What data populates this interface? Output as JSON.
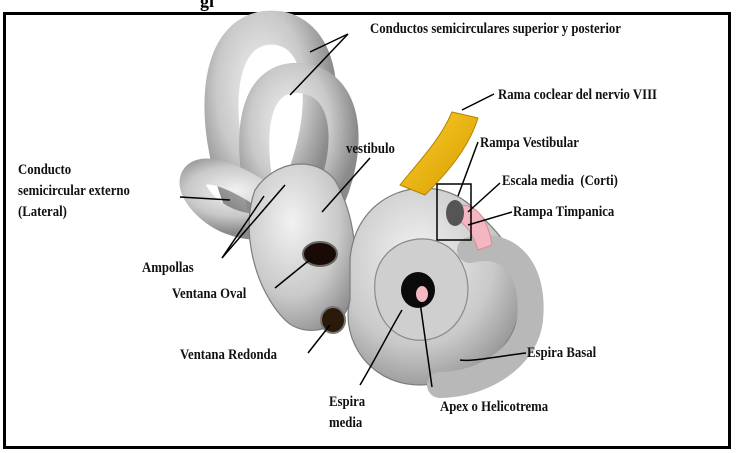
{
  "header_fragment": "gi",
  "labels": {
    "semicircular_sup_post": "Conductos semicirculares superior y posterior",
    "rama_coclear": "Rama coclear del nervio VIII",
    "vestibulo": "vestibulo",
    "rampa_vestibular": "Rampa Vestibular",
    "escala_media": "Escala media  (Corti)",
    "rampa_timpanica": "Rampa Timpanica",
    "conducto_externo": "Conducto\nsemicircular externo\n(Lateral)",
    "ampollas": "Ampollas",
    "ventana_oval": "Ventana Oval",
    "ventana_redonda": "Ventana Redonda",
    "espira_basal": "Espira Basal",
    "espira_media": "Espira\nmedia",
    "apex": "Apex o Helicotrema"
  },
  "colors": {
    "bone": "#d6d6d6",
    "bone_shadow": "#8e8e8e",
    "nerve": "#f2b705",
    "duct_pink": "#f4b6c0",
    "border": "#000000"
  }
}
